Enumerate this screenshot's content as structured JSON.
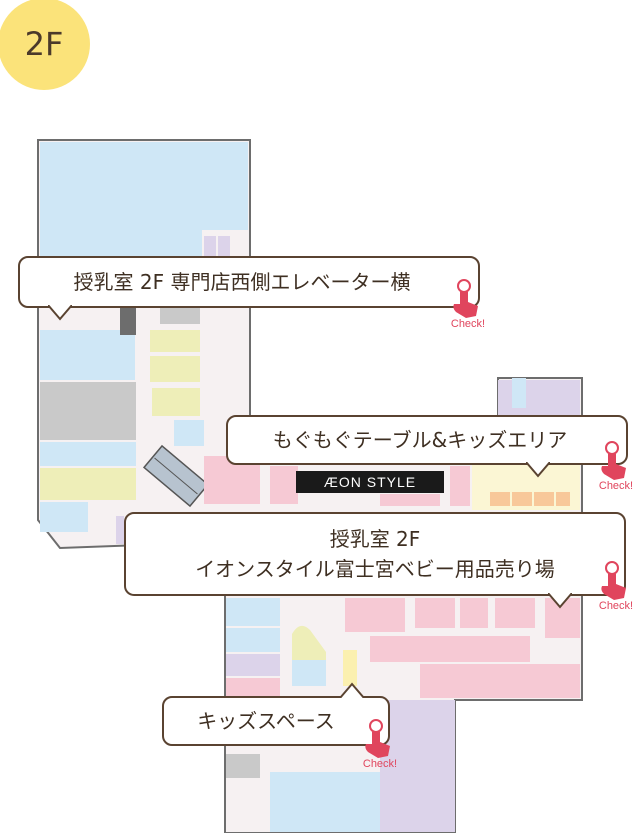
{
  "floor": {
    "label": "2F"
  },
  "store_sign": {
    "text": "ÆON STYLE"
  },
  "callouts": [
    {
      "id": "nursing-room-elevator",
      "text": "授乳室 2F 専門店西側エレベーター横",
      "check": "Check!"
    },
    {
      "id": "mogumogu-table",
      "text": "もぐもぐテーブル&キッズエリア",
      "check": "Check!"
    },
    {
      "id": "nursing-room-baby",
      "line1": "授乳室 2F",
      "line2": "イオンスタイル富士宮ベビー用品売り場",
      "check": "Check!"
    },
    {
      "id": "kids-space",
      "text": "キッズスペース",
      "check": "Check!"
    }
  ],
  "colors": {
    "badge": "#fbe37a",
    "outline": "#5a4331",
    "shop_blue": "#cfe7f6",
    "shop_pink": "#f6c9d4",
    "shop_purple": "#dcd3ea",
    "shop_yellow": "#eeeeb8",
    "shop_gray": "#c9c9c9",
    "kids_orange": "#f8c89a",
    "check_pink": "#e0455d"
  }
}
